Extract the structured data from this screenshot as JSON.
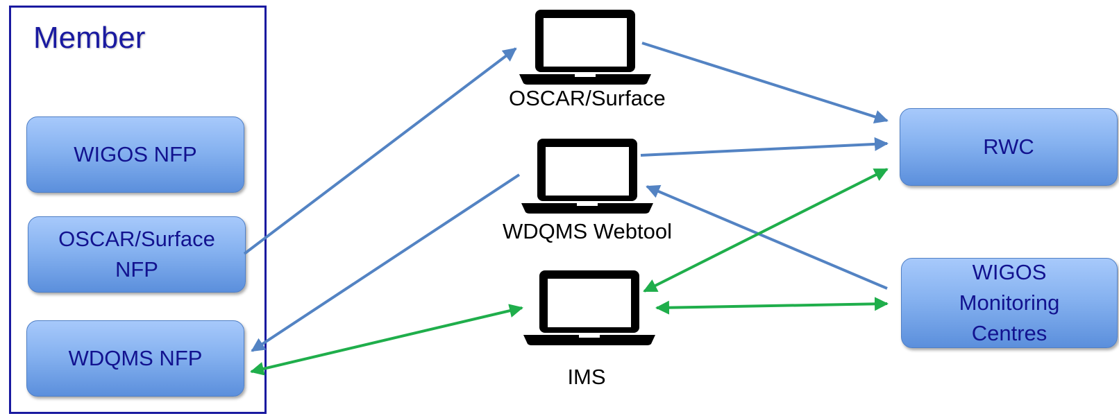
{
  "member": {
    "title": "Member"
  },
  "member_boxes": [
    {
      "label": "WIGOS NFP"
    },
    {
      "label": "OSCAR/Surface\nNFP"
    },
    {
      "label": "WDQMS NFP"
    }
  ],
  "systems": [
    {
      "label": "OSCAR/Surface",
      "icon": "laptop-icon"
    },
    {
      "label": "WDQMS Webtool",
      "icon": "laptop-icon"
    },
    {
      "label": "IMS",
      "icon": "laptop-icon"
    }
  ],
  "centres": [
    {
      "label": "RWC"
    },
    {
      "label": "WIGOS\nMonitoring\nCentres"
    }
  ],
  "colors": {
    "frame": "#1a1aa0",
    "box_text": "#12128f",
    "blue_arrow": "#5383c3",
    "green_arrow": "#1fae4b"
  }
}
